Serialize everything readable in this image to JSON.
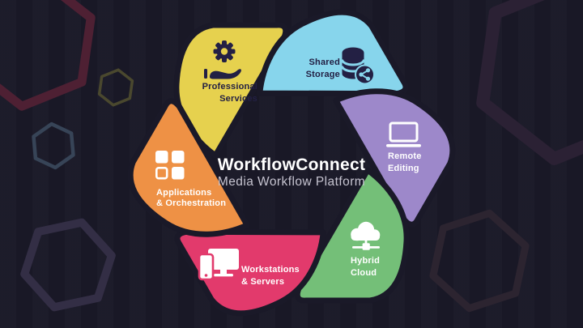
{
  "center": {
    "title": "WorkflowConnect",
    "subtitle": "Media Workflow Platform"
  },
  "segments": [
    {
      "name": "Professional Services",
      "line1": "Professional",
      "line2": "Services",
      "color": "#e6d14e",
      "text_color": "#232044",
      "icon": "gear-hand-icon"
    },
    {
      "name": "Shared Storage",
      "line1": "Shared",
      "line2": "Storage",
      "color": "#87d5ec",
      "text_color": "#232044",
      "icon": "database-share-icon"
    },
    {
      "name": "Remote Editing",
      "line1": "Remote",
      "line2": "Editing",
      "color": "#9d88ca",
      "text_color": "#ffffff",
      "icon": "laptop-icon"
    },
    {
      "name": "Hybrid Cloud",
      "line1": "Hybrid",
      "line2": "Cloud",
      "color": "#74bf78",
      "text_color": "#ffffff",
      "icon": "cloud-network-icon"
    },
    {
      "name": "Workstations & Servers",
      "line1": "Workstations",
      "line2": "& Servers",
      "color": "#e23a6c",
      "text_color": "#ffffff",
      "icon": "desktop-devices-icon"
    },
    {
      "name": "Applications & Orchestration",
      "line1": "Applications",
      "line2": "& Orchestration",
      "color": "#ee9145",
      "text_color": "#ffffff",
      "icon": "app-grid-icon"
    }
  ],
  "theme": {
    "background": "#1a1928",
    "outline": "#1a1928",
    "title_color": "#ffffff",
    "subtitle_color": "#c6c4d0"
  }
}
